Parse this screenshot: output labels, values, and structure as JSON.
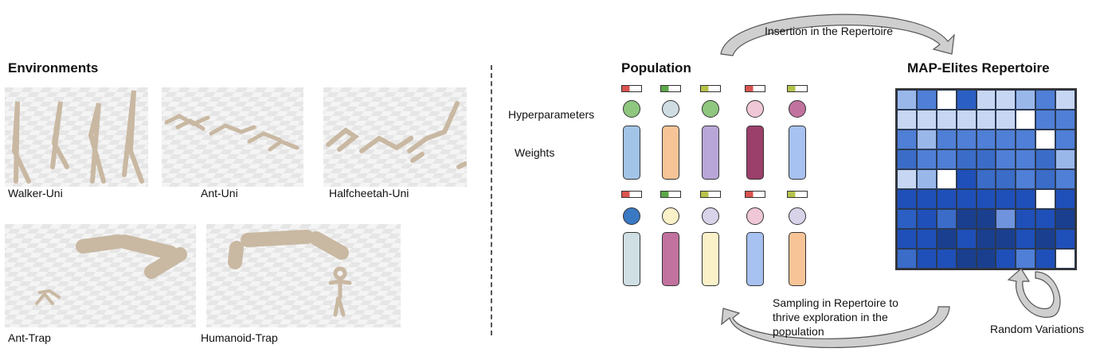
{
  "environments": {
    "title": "Environments",
    "items": [
      {
        "id": "walker",
        "label": "Walker-Uni"
      },
      {
        "id": "ant",
        "label": "Ant-Uni"
      },
      {
        "id": "halfcheetah",
        "label": "Halfcheetah-Uni"
      },
      {
        "id": "anttrap",
        "label": "Ant-Trap"
      },
      {
        "id": "humanoidtrap",
        "label": "Humanoid-Trap"
      }
    ]
  },
  "population": {
    "title": "Population",
    "hyperparameters_label": "Hyperparameters",
    "weights_label": "Weights",
    "row1": {
      "hp_colors": [
        "#d9534f",
        "#5ca84a",
        "#b7c24a",
        "#d9534f",
        "#b5c34c"
      ],
      "circle_colors": [
        "#8fc77f",
        "#cfdde3",
        "#8fc77f",
        "#f0c7d6",
        "#c2729e"
      ],
      "weight_colors": [
        "#a2c4e6",
        "#f6c496",
        "#b9a6d8",
        "#9b3f6b",
        "#a7c1f0"
      ]
    },
    "row2": {
      "hp_colors": [
        "#d9534f",
        "#5ca84a",
        "#b7c24a",
        "#d9534f",
        "#b5c34c"
      ],
      "circle_colors": [
        "#3a78c3",
        "#fbf1c9",
        "#d9d3ea",
        "#f0c7d6",
        "#d9d3ea"
      ],
      "weight_colors": [
        "#cfdfe3",
        "#c2729e",
        "#fbf1c9",
        "#a7c1f0",
        "#f6c496"
      ]
    }
  },
  "repertoire": {
    "title": "MAP-Elites Repertoire",
    "cell_colors": [
      [
        "#9ab7ea",
        "#4f7fd6",
        "#ffffff",
        "#2b5fc4",
        "#c7d6f2",
        "#c7d6f2",
        "#9ab7ea",
        "#4f7fd6",
        "#c7d6f2"
      ],
      [
        "#c7d6f2",
        "#c7d6f2",
        "#c7d6f2",
        "#c7d6f2",
        "#c7d6f2",
        "#c7d6f2",
        "#ffffff",
        "#4f7fd6",
        "#4f7fd6"
      ],
      [
        "#4f7fd6",
        "#9ab7ea",
        "#4f7fd6",
        "#4f7fd6",
        "#4f7fd6",
        "#4f7fd6",
        "#4f7fd6",
        "#ffffff",
        "#4f7fd6"
      ],
      [
        "#3a6cc8",
        "#4f7fd6",
        "#4f7fd6",
        "#3a6cc8",
        "#3a6cc8",
        "#4f7fd6",
        "#4f7fd6",
        "#3a6cc8",
        "#9ab7ea"
      ],
      [
        "#c7d6f2",
        "#9ab7ea",
        "#ffffff",
        "#1f4fb8",
        "#3a6cc8",
        "#3a6cc8",
        "#4f7fd6",
        "#3a6cc8",
        "#4f7fd6"
      ],
      [
        "#1f4fb8",
        "#1f4fb8",
        "#1f4fb8",
        "#1f4fb8",
        "#1f4fb8",
        "#1f4fb8",
        "#1f4fb8",
        "#ffffff",
        "#1f4fb8"
      ],
      [
        "#2b5fc4",
        "#1f4fb8",
        "#3a6cc8",
        "#1a3f8f",
        "#1a3f8f",
        "#6f93dc",
        "#1f4fb8",
        "#1f4fb8",
        "#1a3f8f"
      ],
      [
        "#1f4fb8",
        "#1f4fb8",
        "#1a3f8f",
        "#1f4fb8",
        "#1a3f8f",
        "#1a3f8f",
        "#1f4fb8",
        "#1a3f8f",
        "#1f4fb8"
      ],
      [
        "#3a6cc8",
        "#1f4fb8",
        "#1f4fb8",
        "#1a3f8f",
        "#1a3f8f",
        "#1f4fb8",
        "#4f7fd6",
        "#1f4fb8",
        "#ffffff"
      ]
    ]
  },
  "arrows": {
    "insertion": "Insertion in the Repertoire",
    "sampling": "Sampling in Repertoire to thrive exploration in the population",
    "variations": "Random Variations"
  }
}
